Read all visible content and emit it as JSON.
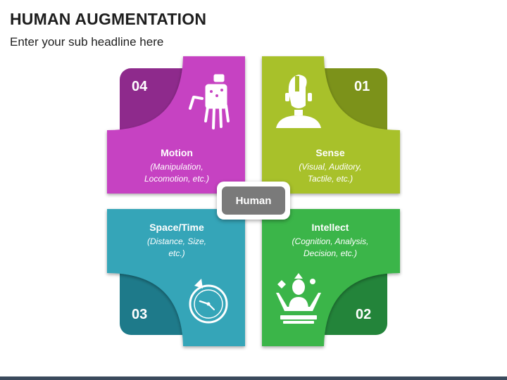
{
  "header": {
    "title": "HUMAN AUGMENTATION",
    "subtitle": "Enter your sub headline here"
  },
  "center": {
    "label": "Human"
  },
  "quadrants": [
    {
      "number": "04",
      "title": "Motion",
      "line1": "(Manipulation,",
      "line2": "Locomotion, etc.)",
      "color": "#c643c2",
      "dark": "#8e2a8c",
      "icon": "robot-hand-icon"
    },
    {
      "number": "01",
      "title": "Sense",
      "line1": "(Visual, Auditory,",
      "line2": "Tactile, etc.)",
      "color": "#a8c12a",
      "dark": "#7c921a",
      "icon": "cyborg-head-icon"
    },
    {
      "number": "03",
      "title": "Space/Time",
      "line1": "(Distance, Size,",
      "line2": "etc.)",
      "color": "#34a5b8",
      "dark": "#1e7a8a",
      "icon": "clock-rewind-icon"
    },
    {
      "number": "02",
      "title": "Intellect",
      "line1": "(Cognition, Analysis,",
      "line2": "Decision, etc.)",
      "color": "#3ab54a",
      "dark": "#23843a",
      "icon": "thinking-person-icon"
    }
  ]
}
